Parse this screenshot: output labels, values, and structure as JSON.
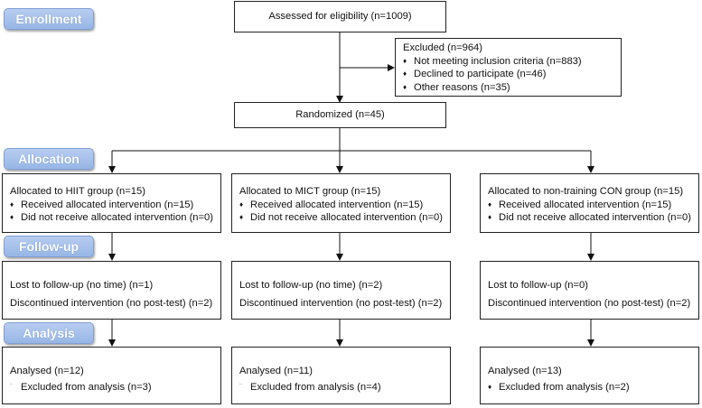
{
  "stages": {
    "enrollment": "Enrollment",
    "allocation": "Allocation",
    "followup": "Follow-up",
    "analysis": "Analysis"
  },
  "assessed": "Assessed for eligibility (n=1009)",
  "excluded": {
    "title": "Excluded (n=964)",
    "items": [
      "Not meeting inclusion criteria (n=883)",
      "Declined to participate (n=46)",
      "Other reasons (n=35)"
    ]
  },
  "randomized": "Randomized (n=45)",
  "allocation": {
    "hiit": {
      "title": "Allocated to HIIT group (n=15)",
      "items": [
        "Received allocated intervention (n=15)",
        "Did not receive allocated intervention (n=0)"
      ]
    },
    "mict": {
      "title": "Allocated to MICT group (n=15)",
      "items": [
        "Received allocated intervention (n=15)",
        "Did not receive allocated intervention (n=0)"
      ]
    },
    "con": {
      "title": "Allocated to non-training CON group (n=15)",
      "items": [
        "Received allocated intervention (n=15)",
        "Did not receive allocated intervention (n=0)"
      ]
    }
  },
  "followup": {
    "hiit": [
      "Lost to follow-up (no time) (n=1)",
      "Discontinued intervention (no post-test) (n=2)"
    ],
    "mict": [
      "Lost to follow-up (no time) (n=2)",
      "Discontinued intervention (no post-test) (n=2)"
    ],
    "con": [
      "Lost to follow-up (n=0)",
      "Discontinued intervention (no post-test) (n=2)"
    ]
  },
  "analysis": {
    "hiit": {
      "title": "Analysed (n=12)",
      "excluded": "Excluded from analysis (n=3)"
    },
    "mict": {
      "title": "Analysed (n=11)",
      "excluded": "Excluded from analysis (n=4)"
    },
    "con": {
      "title": "Analysed (n=13)",
      "excluded": "Excluded from analysis (n=2)"
    }
  },
  "bullets": {
    "diamond": "♦",
    "faint": "¨"
  }
}
